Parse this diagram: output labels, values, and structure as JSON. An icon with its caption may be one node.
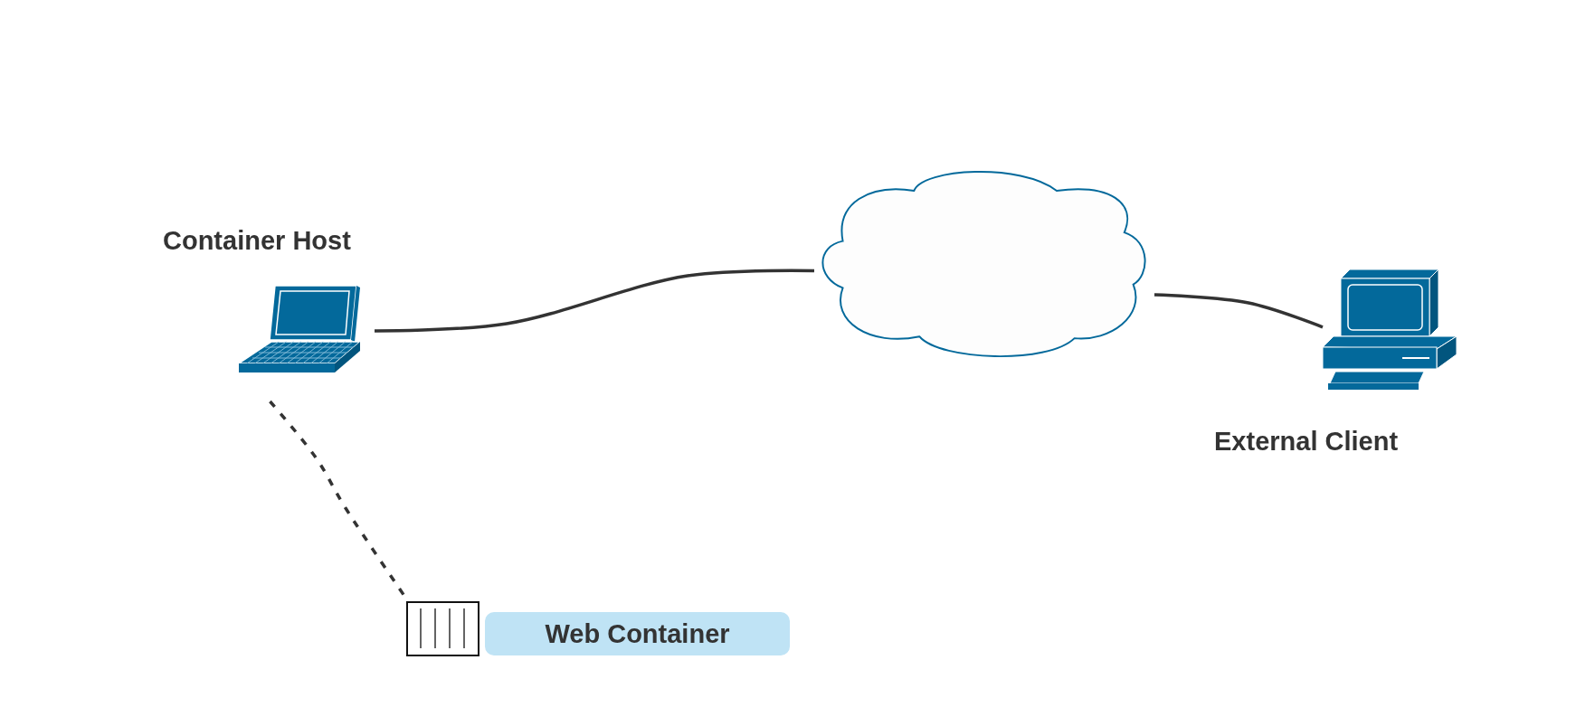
{
  "diagram": {
    "nodes": [
      {
        "text": [
          "Container Host"
        ]
      },
      {
        "text": [],
        "shape": "cloud"
      },
      {
        "text": [
          "External Client"
        ]
      },
      {
        "text": [
          "Web Container"
        ]
      }
    ],
    "edges": [
      {
        "from": 0,
        "to": 1,
        "arrow": "none"
      },
      {
        "from": 1,
        "to": 2,
        "arrow": "none"
      },
      {
        "from": 0,
        "to": 3,
        "arrow": "none",
        "style": "dashed"
      }
    ]
  }
}
